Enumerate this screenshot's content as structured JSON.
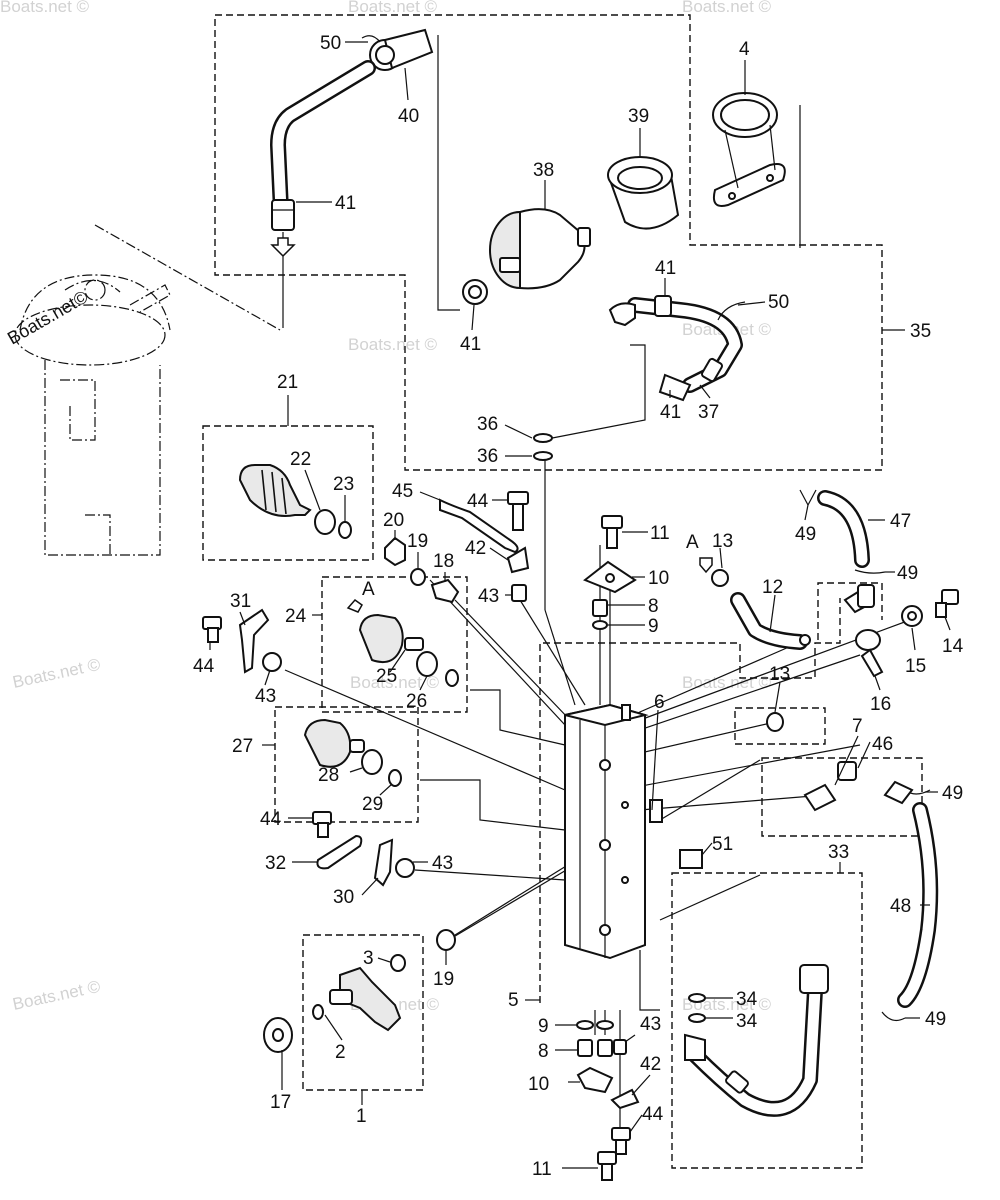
{
  "watermark": {
    "text": "Boats.net ©",
    "logo_text": "Boats.net©"
  },
  "markers": {
    "view_a_top": "A",
    "view_a_left": "A"
  },
  "callouts": [
    {
      "id": "c-50a",
      "text": "50"
    },
    {
      "id": "c-40",
      "text": "40"
    },
    {
      "id": "c-41a",
      "text": "41"
    },
    {
      "id": "c-4",
      "text": "4"
    },
    {
      "id": "c-39",
      "text": "39"
    },
    {
      "id": "c-38",
      "text": "38"
    },
    {
      "id": "c-41b",
      "text": "41"
    },
    {
      "id": "c-41c",
      "text": "41"
    },
    {
      "id": "c-50b",
      "text": "50"
    },
    {
      "id": "c-35",
      "text": "35"
    },
    {
      "id": "c-41d",
      "text": "41"
    },
    {
      "id": "c-37",
      "text": "37"
    },
    {
      "id": "c-36a",
      "text": "36"
    },
    {
      "id": "c-36b",
      "text": "36"
    },
    {
      "id": "c-21",
      "text": "21"
    },
    {
      "id": "c-22",
      "text": "22"
    },
    {
      "id": "c-23",
      "text": "23"
    },
    {
      "id": "c-45",
      "text": "45"
    },
    {
      "id": "c-44a",
      "text": "44"
    },
    {
      "id": "c-20",
      "text": "20"
    },
    {
      "id": "c-19a",
      "text": "19"
    },
    {
      "id": "c-18",
      "text": "18"
    },
    {
      "id": "c-42a",
      "text": "42"
    },
    {
      "id": "c-11a",
      "text": "11"
    },
    {
      "id": "c-13a",
      "text": "13"
    },
    {
      "id": "c-10a",
      "text": "10"
    },
    {
      "id": "c-8a",
      "text": "8"
    },
    {
      "id": "c-9a",
      "text": "9"
    },
    {
      "id": "c-43a",
      "text": "43"
    },
    {
      "id": "c-47",
      "text": "47"
    },
    {
      "id": "c-49a",
      "text": "49"
    },
    {
      "id": "c-49b",
      "text": "49"
    },
    {
      "id": "c-12",
      "text": "12"
    },
    {
      "id": "c-14",
      "text": "14"
    },
    {
      "id": "c-15",
      "text": "15"
    },
    {
      "id": "c-16",
      "text": "16"
    },
    {
      "id": "c-31",
      "text": "31"
    },
    {
      "id": "c-24",
      "text": "24"
    },
    {
      "id": "c-44b",
      "text": "44"
    },
    {
      "id": "c-43b",
      "text": "43"
    },
    {
      "id": "c-25",
      "text": "25"
    },
    {
      "id": "c-26",
      "text": "26"
    },
    {
      "id": "c-6",
      "text": "6"
    },
    {
      "id": "c-13b",
      "text": "13"
    },
    {
      "id": "c-27",
      "text": "27"
    },
    {
      "id": "c-28",
      "text": "28"
    },
    {
      "id": "c-29",
      "text": "29"
    },
    {
      "id": "c-7",
      "text": "7"
    },
    {
      "id": "c-46",
      "text": "46"
    },
    {
      "id": "c-49c",
      "text": "49"
    },
    {
      "id": "c-44c",
      "text": "44"
    },
    {
      "id": "c-51",
      "text": "51"
    },
    {
      "id": "c-32",
      "text": "32"
    },
    {
      "id": "c-43c",
      "text": "43"
    },
    {
      "id": "c-30",
      "text": "30"
    },
    {
      "id": "c-33",
      "text": "33"
    },
    {
      "id": "c-48",
      "text": "48"
    },
    {
      "id": "c-3",
      "text": "3"
    },
    {
      "id": "c-19b",
      "text": "19"
    },
    {
      "id": "c-5",
      "text": "5"
    },
    {
      "id": "c-34a",
      "text": "34"
    },
    {
      "id": "c-34b",
      "text": "34"
    },
    {
      "id": "c-9b",
      "text": "9"
    },
    {
      "id": "c-43d",
      "text": "43"
    },
    {
      "id": "c-49d",
      "text": "49"
    },
    {
      "id": "c-2",
      "text": "2"
    },
    {
      "id": "c-8b",
      "text": "8"
    },
    {
      "id": "c-10b",
      "text": "10"
    },
    {
      "id": "c-42b",
      "text": "42"
    },
    {
      "id": "c-17",
      "text": "17"
    },
    {
      "id": "c-1",
      "text": "1"
    },
    {
      "id": "c-44d",
      "text": "44"
    },
    {
      "id": "c-11b",
      "text": "11"
    }
  ]
}
